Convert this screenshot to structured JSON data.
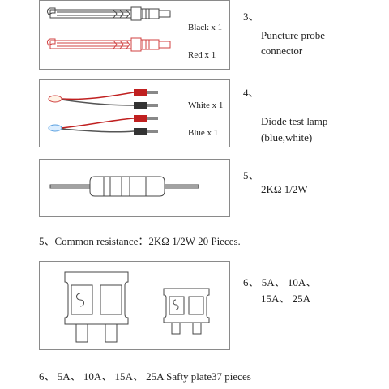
{
  "item3": {
    "number": "3、",
    "black_label": "Black x 1",
    "red_label": "Red x 1",
    "title_line1": "Puncture probe",
    "title_line2": "connector"
  },
  "item4": {
    "number": "4、",
    "white_label": "White x 1",
    "blue_label": "Blue x 1",
    "title_line1": "Diode test lamp",
    "title_line2": "(blue,white)"
  },
  "item5": {
    "number": "5、",
    "value": "2KΩ  1/2W",
    "caption": "5、Common resistance：2KΩ 1/2W 20 Pieces."
  },
  "item6": {
    "spec_line1": "6、 5A、 10A、",
    "spec_line2": "15A、 25A",
    "caption": "6、 5A、 10A、 15A、 25A Safty plate37 pieces"
  },
  "colors": {
    "frame": "#8a8a8a",
    "probe_black": "#444444",
    "probe_red": "#d04040",
    "lead_red": "#c02020",
    "lamp_blue": "#5aa0e0"
  }
}
